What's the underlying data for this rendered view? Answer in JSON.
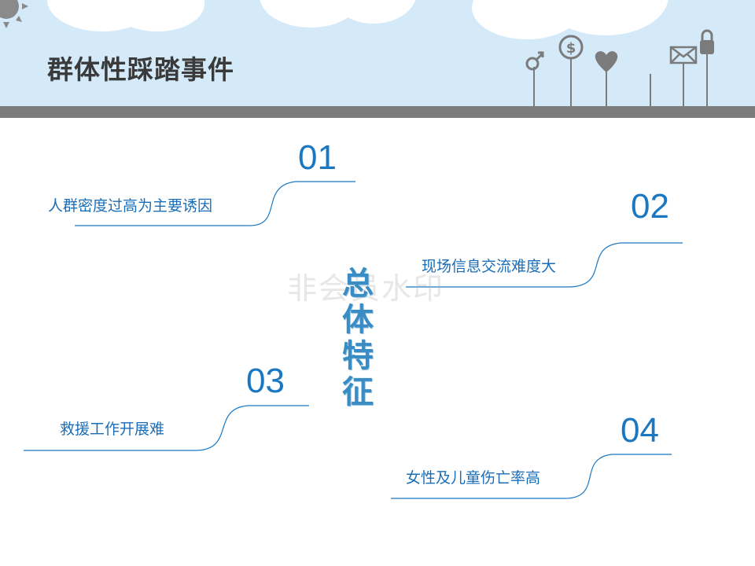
{
  "title": "群体性踩踏事件",
  "center_label": "总体特征",
  "watermark": "非会员水印",
  "items": [
    {
      "number": "01",
      "text": "人群密度过高为主要诱因"
    },
    {
      "number": "02",
      "text": "现场信息交流难度大"
    },
    {
      "number": "03",
      "text": "救援工作开展难"
    },
    {
      "number": "04",
      "text": "女性及儿童伤亡率高"
    }
  ],
  "icons": [
    "sun-icon",
    "male-symbol-icon",
    "dollar-icon",
    "heart-icon",
    "envelope-icon",
    "lock-icon"
  ],
  "colors": {
    "header_bg": "#d4eaf8",
    "bar": "#7b7b7b",
    "accent": "#1a78c2",
    "title": "#3a3a3a"
  }
}
